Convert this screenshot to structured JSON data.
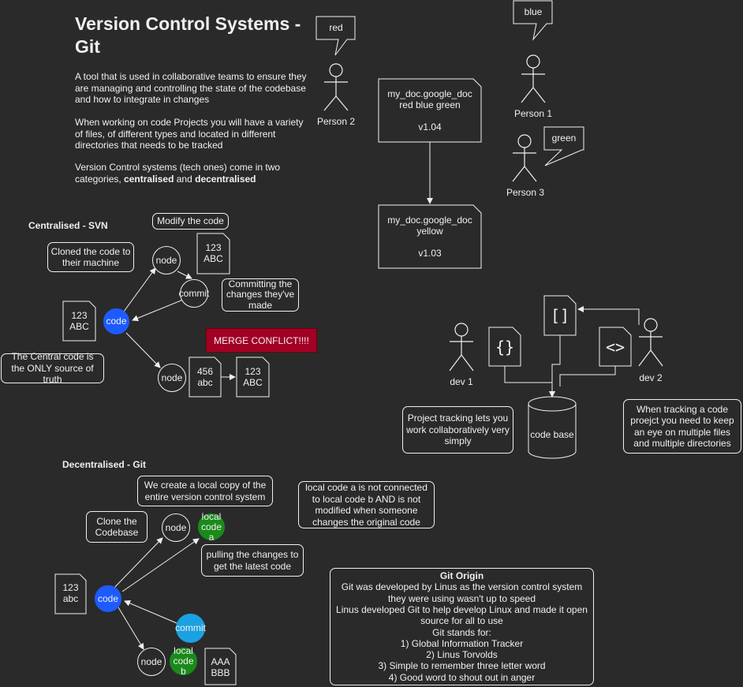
{
  "title": "Version Control Systems - Git",
  "intro": {
    "p1": "A tool that is used in collaborative teams to ensure they are managing and controlling the state of the codebase and how to integrate in changes",
    "p2": "When working on code Projects you will have a variety of files, of different types and located in different directories that needs to be tracked",
    "p3_prefix": "Version Control systems (tech ones) come in two categories, ",
    "p3_centralised": "centralised",
    "p3_and": " and ",
    "p3_decentralised": "decentralised"
  },
  "people_diagram": {
    "person2": "Person 2",
    "person1": "Person 1",
    "person3": "Person 3",
    "bubble_red": "red",
    "bubble_blue": "blue",
    "bubble_green": "green",
    "doc1": {
      "line1": "my_doc.google_doc",
      "line2": "red blue green",
      "version": "v1.04"
    },
    "doc2": {
      "line1": "my_doc.google_doc",
      "line2": "yellow",
      "version": "v1.03"
    }
  },
  "centralised": {
    "heading": "Centralised - SVN",
    "modify_label": "Modify the code",
    "cloned_label": "Cloned the code to their machine",
    "committing_label": "Committing the changes they've made",
    "central_label": "The Central code is the ONLY source of truth",
    "merge_conflict": "MERGE CONFLICT!!!!",
    "node_top": "node",
    "node_bottom": "node",
    "commit": "commit",
    "code": "code",
    "doc_top": "123\nABC",
    "doc_left": "123\nABC",
    "doc_456": "456\nabc",
    "doc_right": "123\nABC"
  },
  "tracking": {
    "dev1": "dev 1",
    "dev2": "dev 2",
    "codebase": "code base",
    "curly_icon": "{}",
    "bracket_icon": "[]",
    "angle_icon": "<>",
    "project_tracking": "Project tracking lets you work collaboratively very simply",
    "multi_files": "When tracking a code proejct you need to keep an eye on multiple files and multiple directories"
  },
  "decentralised": {
    "heading": "Decentralised - Git",
    "local_copy": "We create a local copy of the entire version control system",
    "clone": "Clone the Codebase",
    "not_connected": "local code a is not connected to local code b AND is not modified when someone changes the original code",
    "pulling": "pulling the changes to get the latest code",
    "node_top": "node",
    "local_a": "local code a",
    "code": "code",
    "commit": "commit",
    "node_bottom": "node",
    "local_b": "local code b",
    "doc_left": "123\nabc",
    "doc_aaa": "AAA\nBBB"
  },
  "git_origin": {
    "heading": "Git Origin",
    "lines": [
      "Git was developed by Linus as the version control system they were using wasn't up to speed",
      "Linus developed Git to help develop Linux and made it open source for all to use",
      "Git stands for:",
      "1) Global Information Tracker",
      "2) Linus Torvolds",
      "3) Simple to remember three letter word",
      "4) Good word to shout out in anger"
    ]
  }
}
